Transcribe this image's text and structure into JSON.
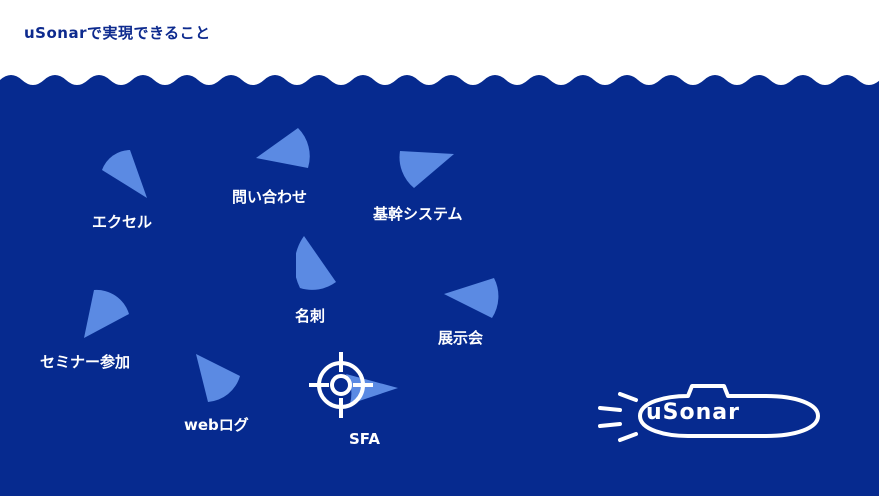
{
  "title": "uSonarで実現できること",
  "labels": {
    "excel": "エクセル",
    "inquiry": "問い合わせ",
    "core_system": "基幹システム",
    "business_card": "名刺",
    "exhibition": "展示会",
    "seminar": "セミナー参加",
    "web_log": "webログ",
    "sfa": "SFA"
  },
  "logo_text": "uSonar",
  "colors": {
    "sea": "#062a8f",
    "wave_top": "#ffffff",
    "fish": "#5b8ae3",
    "text": "#ffffff",
    "title": "#0d2a8e"
  },
  "icons": [
    "fan-fish-icon",
    "crosshair-target-icon",
    "submarine-logo-icon"
  ]
}
